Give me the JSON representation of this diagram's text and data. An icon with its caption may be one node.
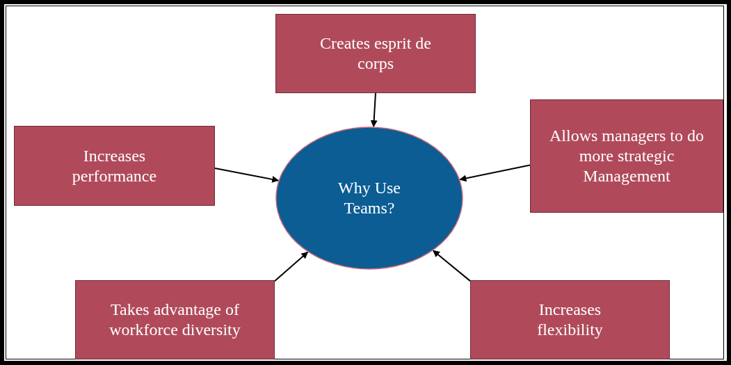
{
  "diagram": {
    "nodes": [
      {
        "text": [
          "Creates esprit de corps"
        ]
      },
      {
        "text": [
          "Increases performance"
        ]
      },
      {
        "text": [
          "Allows managers to do more strategic Management"
        ]
      },
      {
        "text": [
          "Why Use Teams?"
        ]
      },
      {
        "text": [
          "Takes advantage of workforce diversity"
        ]
      },
      {
        "text": [
          "Increases flexibility"
        ]
      }
    ],
    "edges": [
      {
        "from": 0,
        "to": 3,
        "arrow": "to"
      },
      {
        "from": 1,
        "to": 3,
        "arrow": "to"
      },
      {
        "from": 2,
        "to": 3,
        "arrow": "to"
      },
      {
        "from": 4,
        "to": 3,
        "arrow": "to"
      },
      {
        "from": 5,
        "to": 3,
        "arrow": "to"
      }
    ]
  }
}
